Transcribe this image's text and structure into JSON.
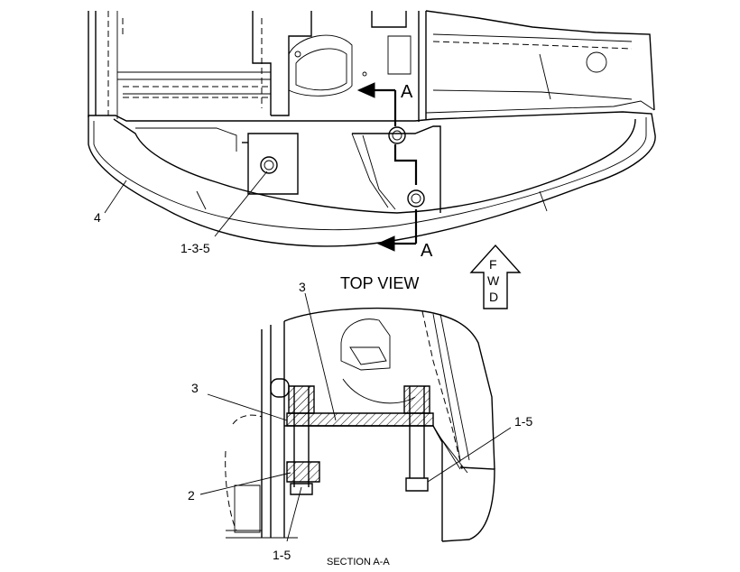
{
  "labels": {
    "part_4": "4",
    "part_1_3_5": "1-3-5",
    "section_arrow_a_top": "A",
    "section_arrow_a_bottom": "A",
    "top_view": "TOP VIEW",
    "fwd_letters": [
      "F",
      "W",
      "D"
    ],
    "part_3_top": "3",
    "part_3_left": "3",
    "part_2": "2",
    "part_1_5_right": "1-5",
    "part_1_5_bottom": "1-5",
    "section_title": "SECTION A-A"
  }
}
